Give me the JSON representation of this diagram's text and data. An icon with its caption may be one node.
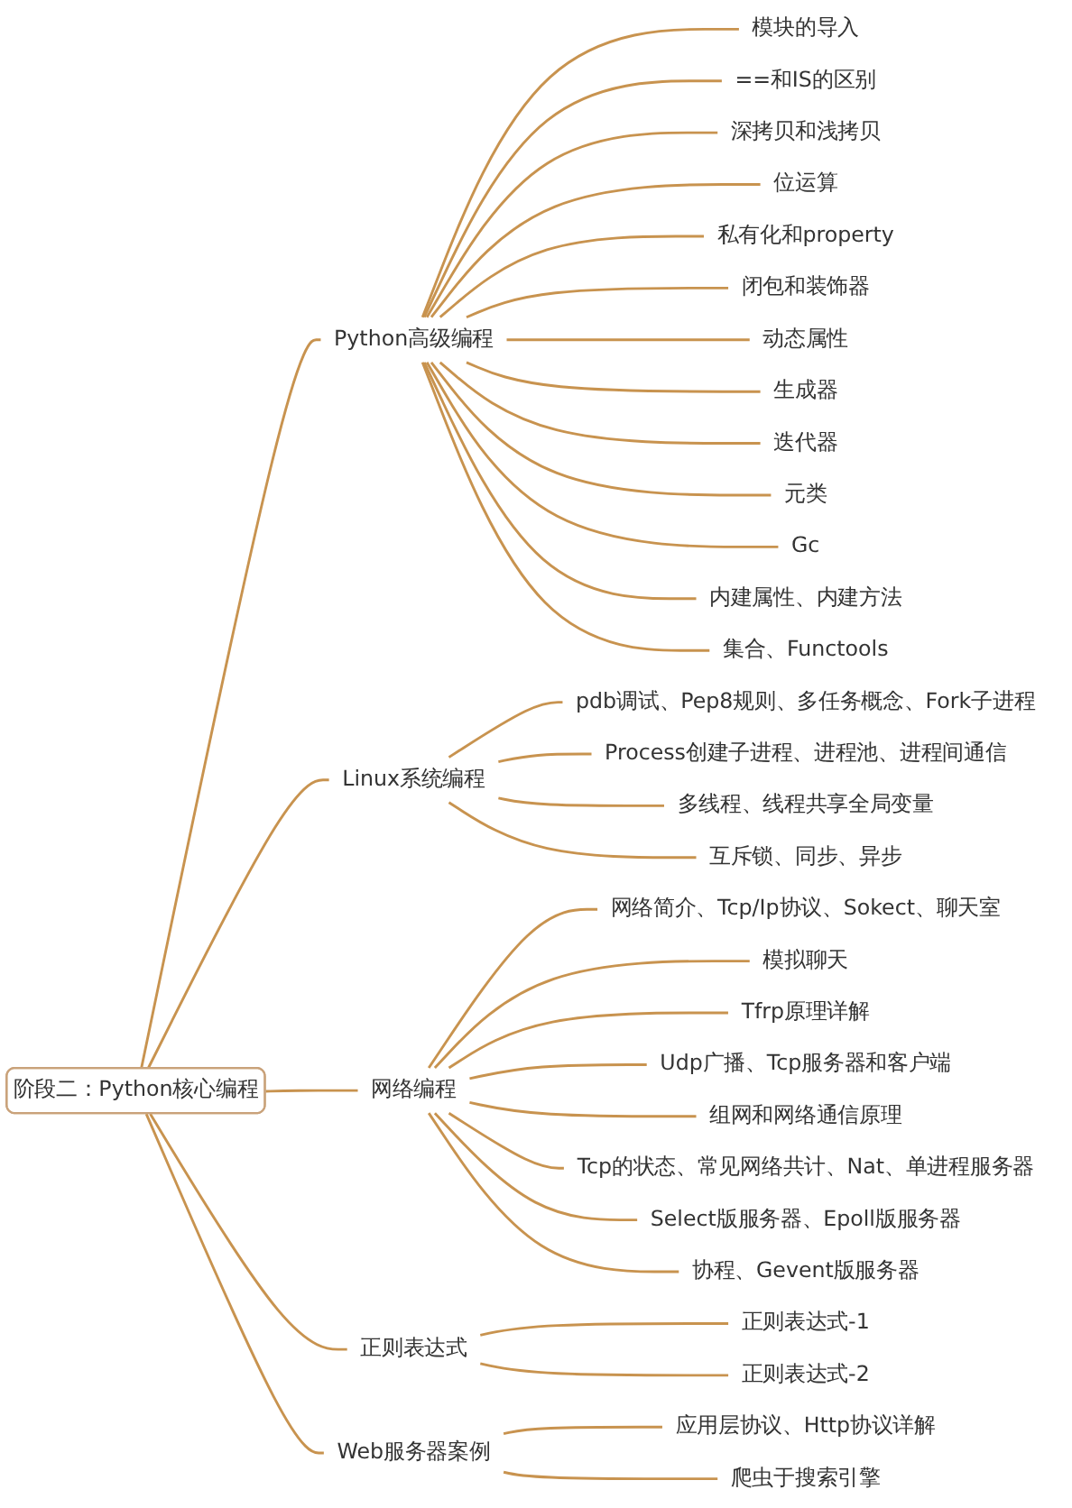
{
  "diagram": {
    "nodes": [
      {
        "text": [
          "阶段二：Python核心编程"
        ]
      },
      {
        "text": [
          "Python高级编程"
        ]
      },
      {
        "text": [
          "模块的导入"
        ]
      },
      {
        "text": [
          "==和IS的区别"
        ]
      },
      {
        "text": [
          "深拷贝和浅拷贝"
        ]
      },
      {
        "text": [
          "位运算"
        ]
      },
      {
        "text": [
          "私有化和property"
        ]
      },
      {
        "text": [
          "闭包和装饰器"
        ]
      },
      {
        "text": [
          "动态属性"
        ]
      },
      {
        "text": [
          "生成器"
        ]
      },
      {
        "text": [
          "迭代器"
        ]
      },
      {
        "text": [
          "元类"
        ]
      },
      {
        "text": [
          "Gc"
        ]
      },
      {
        "text": [
          "内建属性、内建方法"
        ]
      },
      {
        "text": [
          "集合、Functools"
        ]
      },
      {
        "text": [
          "Linux系统编程"
        ]
      },
      {
        "text": [
          "pdb调试、Pep8规则、多任务概念、Fork子进程"
        ]
      },
      {
        "text": [
          "Process创建子进程、进程池、进程间通信"
        ]
      },
      {
        "text": [
          "多线程、线程共享全局变量"
        ]
      },
      {
        "text": [
          "互斥锁、同步、异步"
        ]
      },
      {
        "text": [
          "网络编程"
        ]
      },
      {
        "text": [
          "网络简介、Tcp/Ip协议、Sokect、聊天室"
        ]
      },
      {
        "text": [
          "模拟聊天"
        ]
      },
      {
        "text": [
          "Tfrp原理详解"
        ]
      },
      {
        "text": [
          "Udp广播、Tcp服务器和客户端"
        ]
      },
      {
        "text": [
          "组网和网络通信原理"
        ]
      },
      {
        "text": [
          "Tcp的状态、常见网络共计、Nat、单进程服务器"
        ]
      },
      {
        "text": [
          "Select版服务器、Epoll版服务器"
        ]
      },
      {
        "text": [
          "协程、Gevent版服务器"
        ]
      },
      {
        "text": [
          "正则表达式"
        ]
      },
      {
        "text": [
          "正则表达式-1"
        ]
      },
      {
        "text": [
          "正则表达式-2"
        ]
      },
      {
        "text": [
          "Web服务器案例"
        ]
      },
      {
        "text": [
          "应用层协议、Http协议详解"
        ]
      },
      {
        "text": [
          "爬虫于搜索引擎"
        ]
      }
    ],
    "edges": [
      {
        "from": 0,
        "to": 1,
        "arrow": "none"
      },
      {
        "from": 0,
        "to": 15,
        "arrow": "none"
      },
      {
        "from": 0,
        "to": 20,
        "arrow": "none"
      },
      {
        "from": 0,
        "to": 29,
        "arrow": "none"
      },
      {
        "from": 0,
        "to": 32,
        "arrow": "none"
      },
      {
        "from": 1,
        "to": 2,
        "arrow": "none"
      },
      {
        "from": 1,
        "to": 3,
        "arrow": "none"
      },
      {
        "from": 1,
        "to": 4,
        "arrow": "none"
      },
      {
        "from": 1,
        "to": 5,
        "arrow": "none"
      },
      {
        "from": 1,
        "to": 6,
        "arrow": "none"
      },
      {
        "from": 1,
        "to": 7,
        "arrow": "none"
      },
      {
        "from": 1,
        "to": 8,
        "arrow": "none"
      },
      {
        "from": 1,
        "to": 9,
        "arrow": "none"
      },
      {
        "from": 1,
        "to": 10,
        "arrow": "none"
      },
      {
        "from": 1,
        "to": 11,
        "arrow": "none"
      },
      {
        "from": 1,
        "to": 12,
        "arrow": "none"
      },
      {
        "from": 1,
        "to": 13,
        "arrow": "none"
      },
      {
        "from": 1,
        "to": 14,
        "arrow": "none"
      },
      {
        "from": 15,
        "to": 16,
        "arrow": "none"
      },
      {
        "from": 15,
        "to": 17,
        "arrow": "none"
      },
      {
        "from": 15,
        "to": 18,
        "arrow": "none"
      },
      {
        "from": 15,
        "to": 19,
        "arrow": "none"
      },
      {
        "from": 20,
        "to": 21,
        "arrow": "none"
      },
      {
        "from": 20,
        "to": 22,
        "arrow": "none"
      },
      {
        "from": 20,
        "to": 23,
        "arrow": "none"
      },
      {
        "from": 20,
        "to": 24,
        "arrow": "none"
      },
      {
        "from": 20,
        "to": 25,
        "arrow": "none"
      },
      {
        "from": 20,
        "to": 26,
        "arrow": "none"
      },
      {
        "from": 20,
        "to": 27,
        "arrow": "none"
      },
      {
        "from": 20,
        "to": 28,
        "arrow": "none"
      },
      {
        "from": 29,
        "to": 30,
        "arrow": "none"
      },
      {
        "from": 29,
        "to": 31,
        "arrow": "none"
      },
      {
        "from": 32,
        "to": 33,
        "arrow": "none"
      },
      {
        "from": 32,
        "to": 34,
        "arrow": "none"
      }
    ]
  }
}
